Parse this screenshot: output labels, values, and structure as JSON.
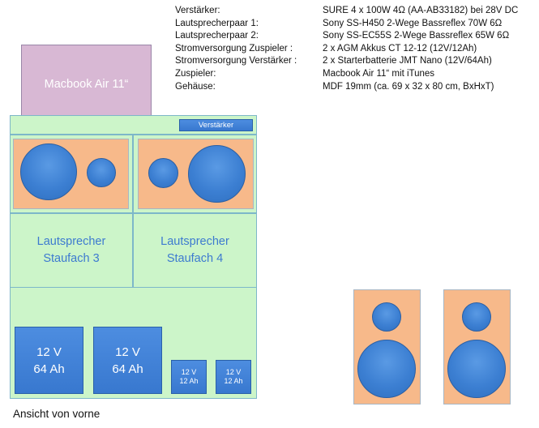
{
  "specs": [
    {
      "label": "Verstärker:",
      "value": "SURE 4 x 100W 4Ω (AA-AB33182) bei 28V DC"
    },
    {
      "label": "Lautsprecherpaar 1:",
      "value": "Sony SS-H450 2-Wege Bassreflex 70W 6Ω"
    },
    {
      "label": "Lautsprecherpaar 2:",
      "value": "Sony SS-EC55S 2-Wege Bassreflex 65W 6Ω"
    },
    {
      "label": "Stromversorgung Zuspieler :",
      "value": "2 x AGM Akkus CT 12-12 (12V/12Ah)"
    },
    {
      "label": "Stromversorgung Verstärker :",
      "value": "2 x Starterbatterie JMT Nano (12V/64Ah)"
    },
    {
      "label": "Zuspieler:",
      "value": "Macbook Air 11“ mit iTunes"
    },
    {
      "label": "Gehäuse:",
      "value": "MDF 19mm (ca. 69 x 32 x 80 cm,  BxHxT)"
    }
  ],
  "macbook_label": "Macbook Air 11“",
  "amplifier_label": "Verstärker",
  "compartment_3": {
    "line1": "Lautsprecher",
    "line2": "Staufach 3"
  },
  "compartment_4": {
    "line1": "Lautsprecher",
    "line2": "Staufach 4"
  },
  "batteries": [
    {
      "voltage": "12 V",
      "capacity": "64 Ah"
    },
    {
      "voltage": "12 V",
      "capacity": "64 Ah"
    },
    {
      "voltage": "12 V",
      "capacity": "12 Ah"
    },
    {
      "voltage": "12 V",
      "capacity": "12 Ah"
    }
  ],
  "caption": "Ansicht von vorne",
  "colors": {
    "enclosure": "#ccf5c9",
    "speaker_board": "#f7b98a",
    "cone": "#3c7fd2",
    "macbook": "#d8b8d4"
  }
}
